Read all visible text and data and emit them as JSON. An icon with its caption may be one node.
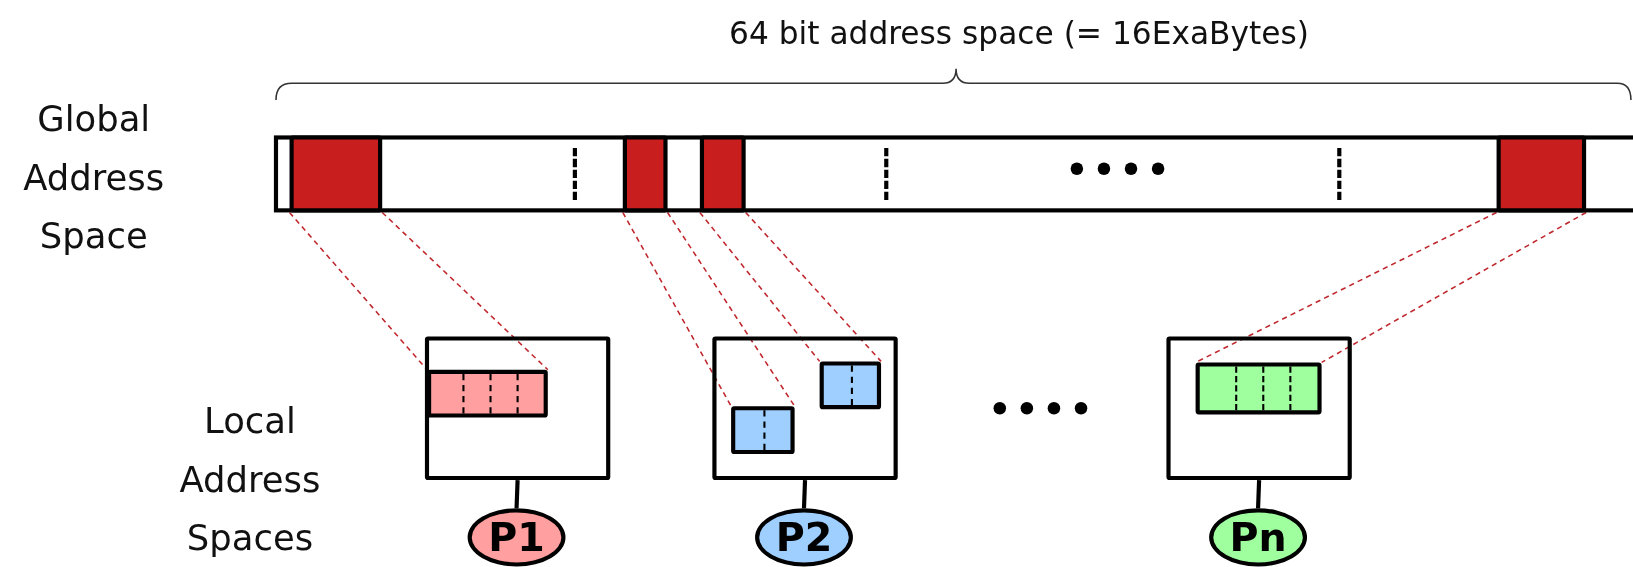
{
  "diagram": {
    "nodes": [
      {
        "text": [],
        "shape": "bar"
      },
      {
        "text": [],
        "shape": "box",
        "in": 0
      },
      {
        "text": [],
        "shape": "box",
        "in": 0
      },
      {
        "text": [],
        "shape": "box",
        "in": 0
      },
      {
        "text": [],
        "shape": "box",
        "in": 0
      },
      {
        "text": [],
        "shape": "box"
      },
      {
        "text": [],
        "shape": "box",
        "in": 5
      },
      {
        "text": [],
        "shape": "box"
      },
      {
        "text": [],
        "shape": "box",
        "in": 7
      },
      {
        "text": [],
        "shape": "box",
        "in": 7
      },
      {
        "text": [],
        "shape": "box"
      },
      {
        "text": [],
        "shape": "box",
        "in": 10
      },
      {
        "text": [
          "P1"
        ]
      },
      {
        "text": [
          "P2"
        ]
      },
      {
        "text": [
          "Pn"
        ]
      }
    ],
    "edges": [
      {
        "from": 1,
        "to": 6,
        "arrow": "none",
        "style": "dashed"
      },
      {
        "from": 1,
        "to": 6,
        "arrow": "none",
        "style": "dashed"
      },
      {
        "from": 2,
        "to": 8,
        "arrow": "none",
        "style": "dashed"
      },
      {
        "from": 2,
        "to": 8,
        "arrow": "none",
        "style": "dashed"
      },
      {
        "from": 3,
        "to": 9,
        "arrow": "none",
        "style": "dashed"
      },
      {
        "from": 3,
        "to": 9,
        "arrow": "none",
        "style": "dashed"
      },
      {
        "from": 4,
        "to": 11,
        "arrow": "none",
        "style": "dashed"
      },
      {
        "from": 4,
        "to": 11,
        "arrow": "none",
        "style": "dashed"
      },
      {
        "from": 5,
        "to": 12,
        "arrow": "none",
        "style": "thick",
        "color": "#000000"
      },
      {
        "from": 7,
        "to": 13,
        "arrow": "none",
        "style": "thick",
        "color": "#000000"
      },
      {
        "from": 10,
        "to": 14,
        "arrow": "none",
        "style": "thick",
        "color": "#000000"
      }
    ],
    "labels": [
      "64 bit address space (= 16ExaBytes)",
      "Global Address Space",
      "Local Address Spaces"
    ]
  }
}
